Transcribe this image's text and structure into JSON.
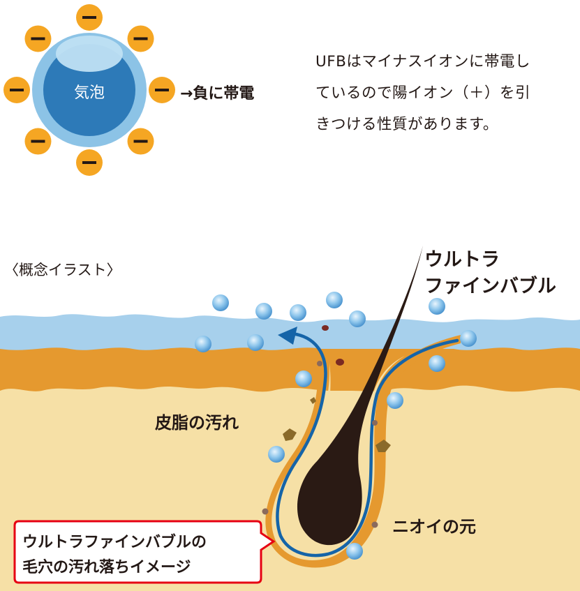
{
  "bubble_diagram": {
    "bubble_label": "気泡",
    "ion_sign": "−",
    "ion_count": 8,
    "charge_label": "→負に帯電"
  },
  "description": {
    "lines": [
      "UFBはマイナスイオンに帯電し",
      "ているので陽イオン（＋）を引",
      "きつける性質があります。"
    ]
  },
  "illustration": {
    "caption": "〈概念イラスト〉",
    "ufb_label_line1": "ウルトラ",
    "ufb_label_line2": "ファインバブル",
    "sebum_label": "皮脂の汚れ",
    "odor_label": "ニオイの元",
    "callout_line1": "ウルトラファインバブルの",
    "callout_line2": "毛穴の汚れ落ちイメージ"
  },
  "colors": {
    "ion_orange": "#f5a623",
    "bubble_dark": "#2d7ab8",
    "bubble_light": "#8cc3e6",
    "water": "#9fcbe8",
    "skin_outer": "#e5992f",
    "skin_inner": "#f6e0a6",
    "hair": "#2a1a14",
    "channel_blue": "#1564a8",
    "callout_red": "#e60012"
  }
}
